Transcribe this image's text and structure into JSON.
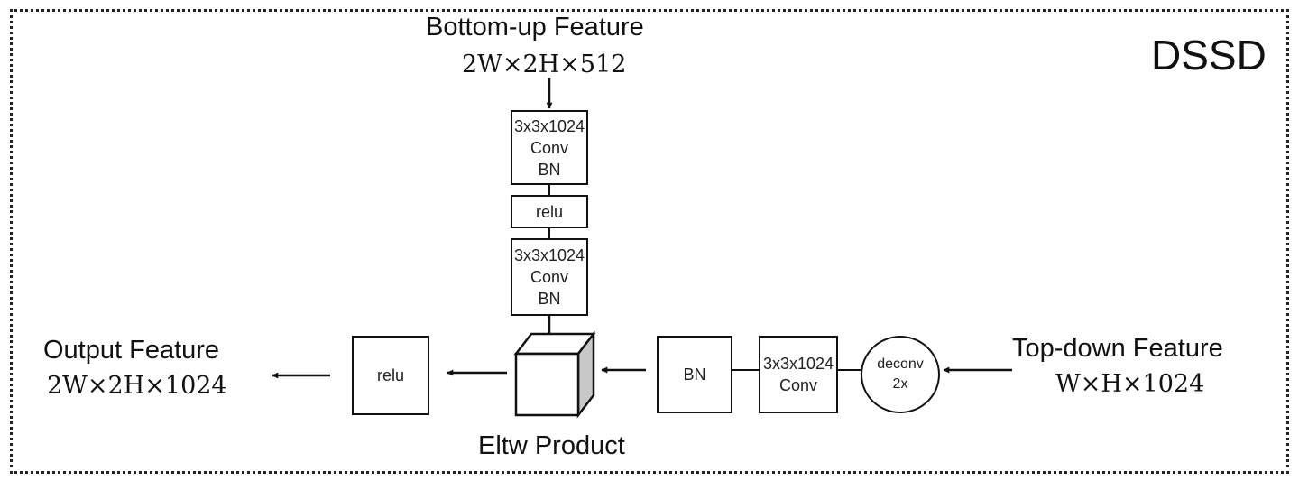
{
  "title": "DSSD",
  "inputs": {
    "bottom_up": {
      "name": "Bottom-up Feature",
      "dims": "2W×2H×512"
    },
    "top_down": {
      "name": "Top-down Feature",
      "dims": "W×H×1024"
    }
  },
  "output": {
    "name": "Output Feature",
    "dims": "2W×2H×1024"
  },
  "top_branch": {
    "conv1": [
      "3x3x1024",
      "Conv",
      "BN"
    ],
    "relu": "relu",
    "conv2": [
      "3x3x1024",
      "Conv",
      "BN"
    ]
  },
  "bottom_branch": {
    "deconv": [
      "deconv",
      "2x"
    ],
    "conv": [
      "3x3x1024",
      "Conv"
    ],
    "bn": "BN"
  },
  "merge": {
    "label": "Eltw Product"
  },
  "final_relu": "relu"
}
